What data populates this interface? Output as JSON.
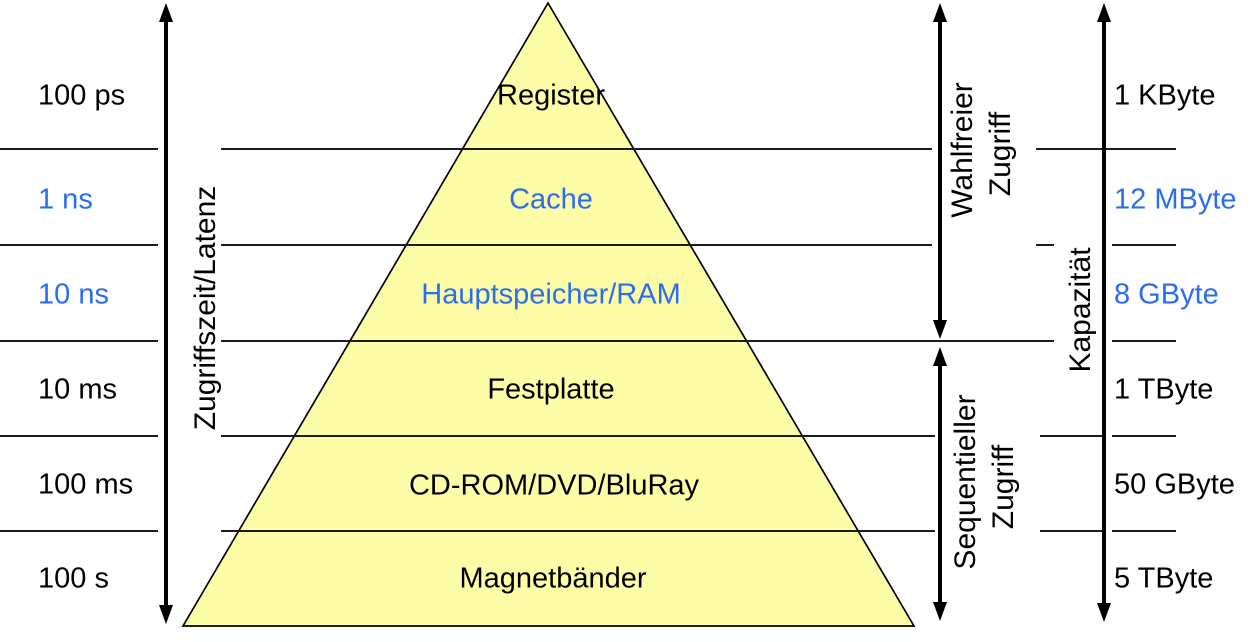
{
  "diagram": {
    "title_semantic": "Speicherhierarchie-Pyramide",
    "colors": {
      "highlight_blue": "#2B6DF0",
      "text_black": "#000000",
      "pyramid_fill": "#FDFDA8",
      "pyramid_stroke": "#000000",
      "separator_line": "#1c1c1c"
    },
    "left_axis": {
      "label": "Zugriffszeit/Latenz"
    },
    "right_axis": {
      "label": "Kapazität"
    },
    "access_modes": {
      "random": {
        "line1": "Wahlfreier",
        "line2": "Zugriff"
      },
      "sequential": {
        "line1": "Sequentieller",
        "line2": "Zugriff"
      }
    },
    "levels": [
      {
        "name": "Register",
        "latency": "100 ps",
        "capacity": "1 KByte",
        "color": "#000000"
      },
      {
        "name": "Cache",
        "latency": "1 ns",
        "capacity": "12 MByte",
        "color": "#2B6DF0"
      },
      {
        "name": "Hauptspeicher/RAM",
        "latency": "10 ns",
        "capacity": "8 GByte",
        "color": "#2B6DF0"
      },
      {
        "name": "Festplatte",
        "latency": "10 ms",
        "capacity": "1 TByte",
        "color": "#000000"
      },
      {
        "name": "CD-ROM/DVD/BluRay",
        "latency": "100 ms",
        "capacity": "50 GByte",
        "color": "#000000"
      },
      {
        "name": "Magnetbänder",
        "latency": "100 s",
        "capacity": "5 TByte",
        "color": "#000000"
      }
    ]
  }
}
